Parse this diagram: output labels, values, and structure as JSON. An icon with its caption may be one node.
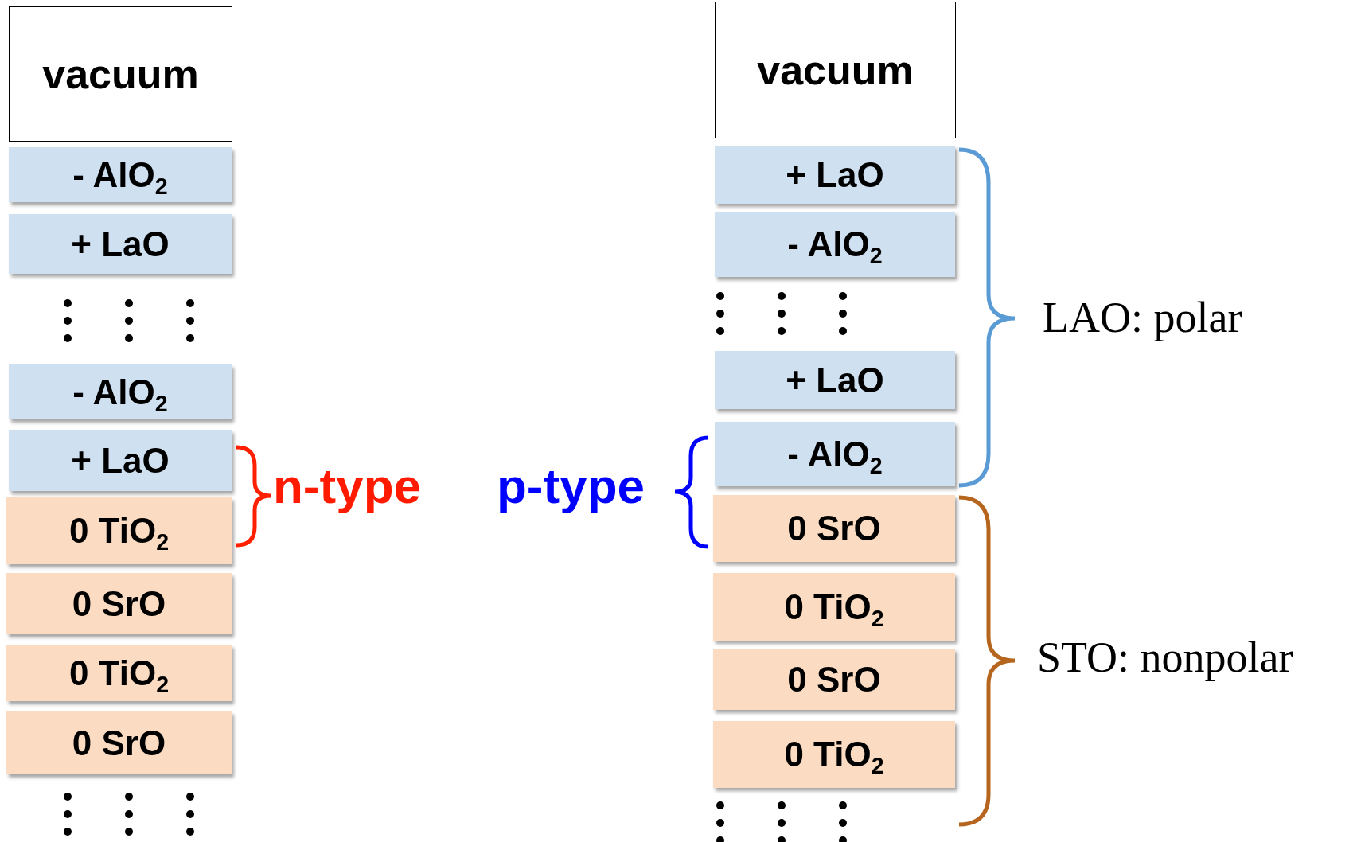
{
  "diagram": {
    "nodes": [
      {
        "text": [
          "vacuum"
        ]
      },
      {
        "text": [
          "- AlO$_{2}$"
        ]
      },
      {
        "text": [
          "+ LaO"
        ]
      },
      {
        "text": [
          "- AlO$_{2}$"
        ]
      },
      {
        "text": [
          "+ LaO"
        ]
      },
      {
        "text": [
          "0 TiO$_{2}$"
        ]
      },
      {
        "text": [
          "0 SrO"
        ]
      },
      {
        "text": [
          "0 TiO$_{2}$"
        ]
      },
      {
        "text": [
          "0 SrO"
        ]
      },
      {
        "text": [
          "vacuum"
        ]
      },
      {
        "text": [
          "+ LaO"
        ]
      },
      {
        "text": [
          "- AlO$_{2}$"
        ]
      },
      {
        "text": [
          "+ LaO"
        ]
      },
      {
        "text": [
          "- AlO$_{2}$"
        ]
      },
      {
        "text": [
          "0 SrO"
        ]
      },
      {
        "text": [
          "0 TiO$_{2}$"
        ]
      },
      {
        "text": [
          "0 SrO"
        ]
      },
      {
        "text": [
          "0 TiO$_{2}$"
        ]
      }
    ],
    "labels": [
      "n-type",
      "p-type",
      "LAO: polar",
      "STO: nonpolar"
    ]
  }
}
